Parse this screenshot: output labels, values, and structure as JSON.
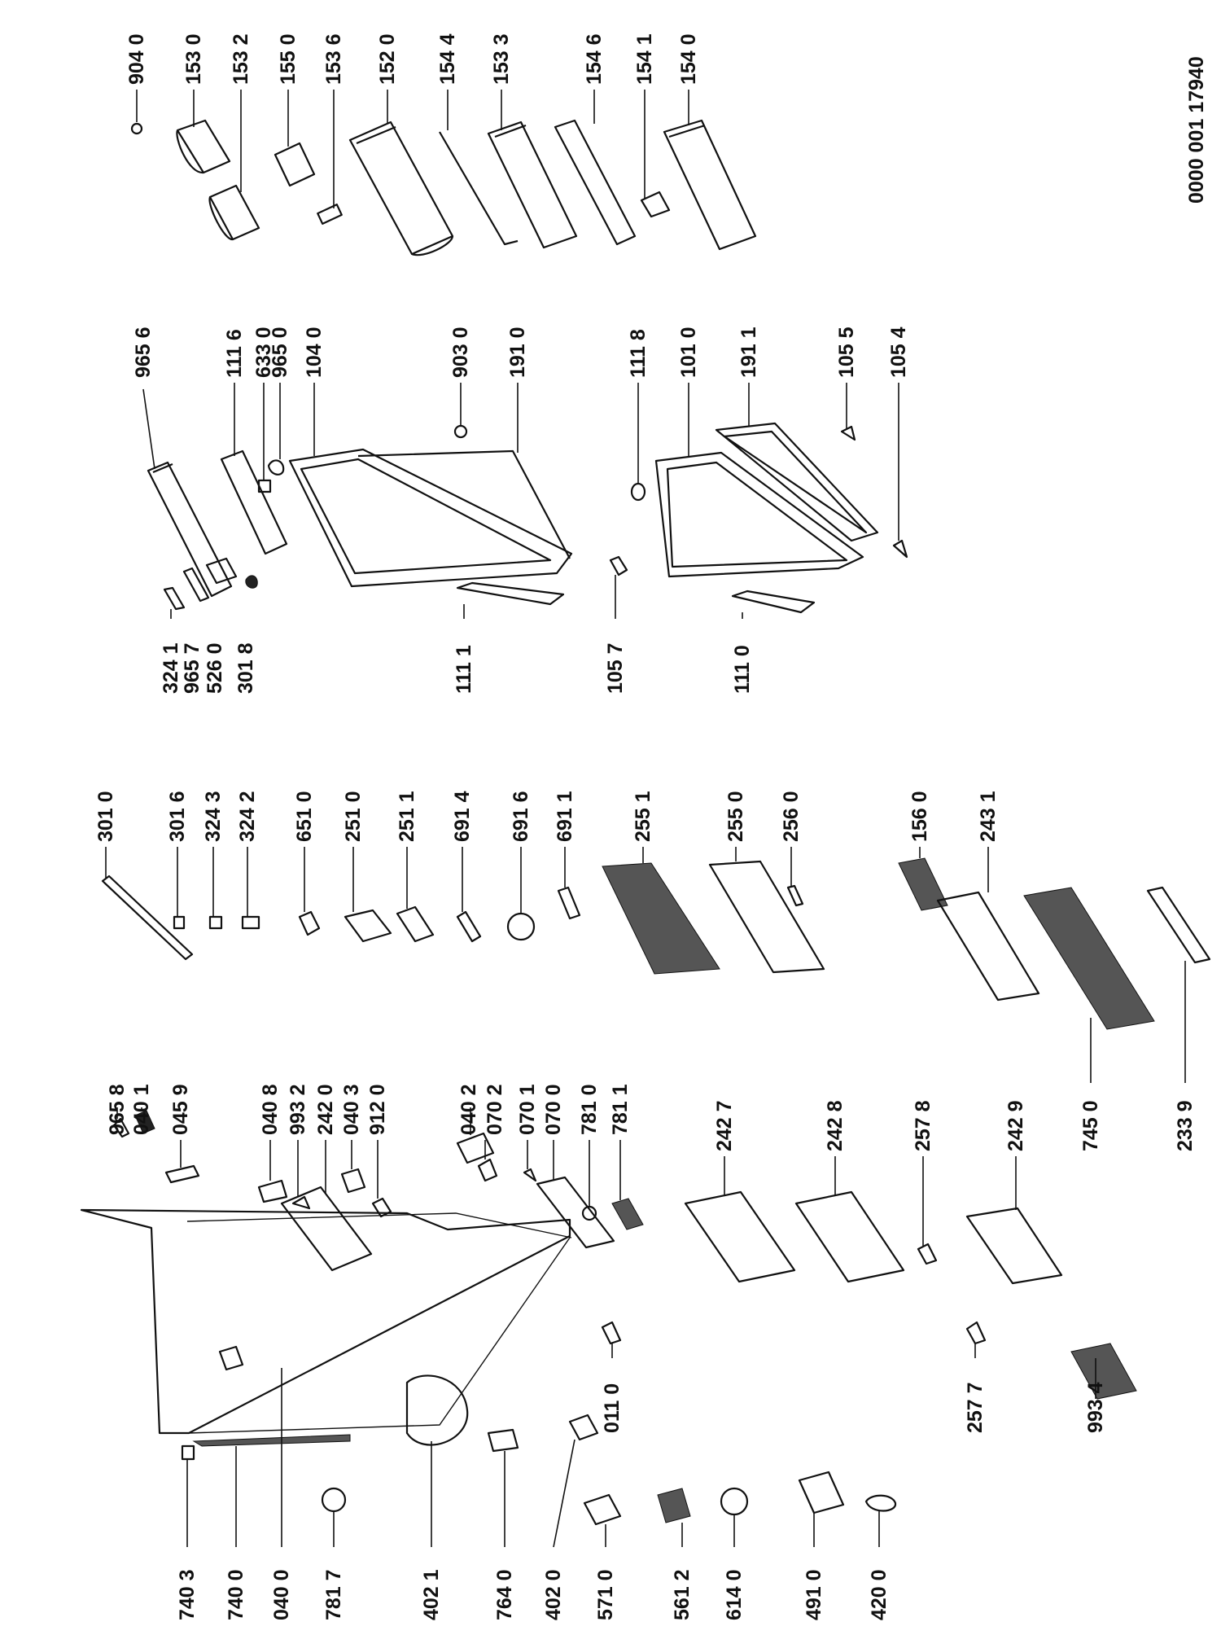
{
  "document_number": "0000 001 17940",
  "labels": {
    "l9040": "904 0",
    "l1530": "153 0",
    "l1532": "153 2",
    "l1550": "155 0",
    "l1536": "153 6",
    "l1520": "152 0",
    "l1544": "154 4",
    "l1533": "153 3",
    "l1546": "154 6",
    "l1541": "154 1",
    "l1540": "154 0",
    "l9656": "965 6",
    "l1116": "111 6",
    "l6330": "633 0",
    "l9650": "965 0",
    "l1040": "104 0",
    "l9030": "903 0",
    "l1910": "191 0",
    "l1118": "111 8",
    "l1010": "101 0",
    "l1911": "191 1",
    "l1055": "105 5",
    "l1054": "105 4",
    "l3241": "324 1",
    "l9657": "965 7",
    "l5260": "526 0",
    "l3018": "301 8",
    "l1111": "111 1",
    "l1057": "105 7",
    "l1110": "111 0",
    "l3010": "301 0",
    "l3016": "301 6",
    "l3243": "324 3",
    "l3242": "324 2",
    "l6510": "651 0",
    "l2510": "251 0",
    "l2511": "251 1",
    "l6914": "691 4",
    "l6916": "691 6",
    "l6911": "691 1",
    "l2551": "255 1",
    "l2550": "255 0",
    "l2560": "256 0",
    "l1560": "156 0",
    "l2431": "243 1",
    "l9658": "965 8",
    "l0401": "040 1",
    "l0459": "045 9",
    "l0408": "040 8",
    "l9932": "993 2",
    "l2420": "242 0",
    "l0403": "040 3",
    "l9120": "912 0",
    "l0402": "040 2",
    "l0702": "070 2",
    "l0701": "070 1",
    "l0700": "070 0",
    "l7810": "781 0",
    "l7811": "781 1",
    "l2427": "242 7",
    "l2428": "242 8",
    "l2578": "257 8",
    "l2429": "242 9",
    "l7450": "745 0",
    "l2339": "233 9",
    "l0110": "011 0",
    "l2577": "257 7",
    "l9934": "993 4",
    "l7403": "740 3",
    "l7400": "740 0",
    "l0400": "040 0",
    "l7817": "781 7",
    "l4021": "402 1",
    "l7640": "764 0",
    "l4020": "402 0",
    "l5710": "571 0",
    "l5612": "561 2",
    "l6140": "614 0",
    "l4910": "491 0",
    "l4200": "420 0"
  }
}
